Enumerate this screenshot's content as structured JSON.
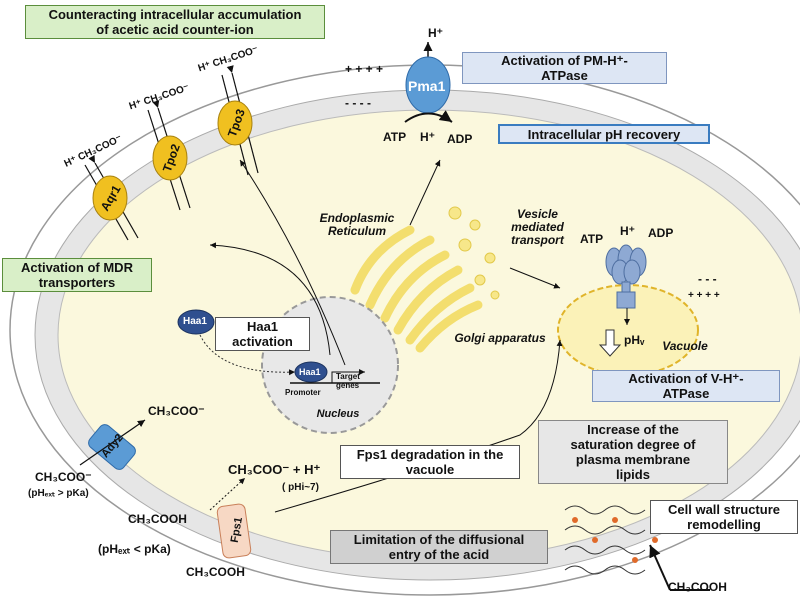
{
  "boxes": {
    "counteracting": "Counteracting intracellular accumulation\nof acetic acid counter-ion",
    "pm_atpase": "Activation of PM-H⁺-\nATPase",
    "ph_recovery": "Intracellular pH recovery",
    "mdr": "Activation of MDR\ntransporters",
    "haa1_activation": "Haa1\nactivation",
    "v_atpase": "Activation of V-H⁺-\nATPase",
    "saturation": "Increase of the\nsaturation degree of\nplasma membrane\nlipids",
    "fps1_degradation": "Fps1 degradation in the\nvacuole",
    "limitation": "Limitation of the diffusional\nentry of the acid",
    "cell_wall": "Cell wall structure\nremodelling"
  },
  "organelles": {
    "er": "Endoplasmic\nReticulum",
    "vesicle": "Vesicle\nmediated\ntransport",
    "golgi": "Golgi apparatus",
    "vacuole": "Vacuole",
    "nucleus": "Nucleus",
    "promoter": "Promoter",
    "target_genes": "Target\ngenes"
  },
  "proteins": {
    "pma1": "Pma1",
    "tpo3": "Tpo3",
    "tpo2": "Tpo2",
    "aqr1": "Aqr1",
    "haa1": "Haa1",
    "haa1_nuc": "Haa1",
    "ady2": "Ady2",
    "fps1": "Fps1"
  },
  "labels": {
    "h_plus_top": "H⁺",
    "plus_signs": "+ + + +",
    "minus_signs": "- - - -",
    "atp": "ATP",
    "h_plus_mid": "H⁺",
    "adp": "ADP",
    "tpo3_out": "H⁺ CH₃COO⁻",
    "tpo2_out": "H⁺ CH₃COO⁻",
    "aqr1_out": "H⁺ CH₃COO⁻",
    "v_atp": "ATP",
    "v_h": "H⁺",
    "v_adp": "ADP",
    "vac_minus": "- - -",
    "vac_plus": "+ + + +",
    "ph_v": "pHᵥ",
    "ady2_in": "CH₃COO⁻",
    "ady2_out": "CH₃COO⁻",
    "ph_ext_gt": "(pHₑₓₜ > pKa)",
    "acetate_h": "CH₃COO⁻ + H⁺",
    "ph_i": "( pHi~7)",
    "ch3cooh_mid": "CH₃COOH",
    "ph_ext_lt": "(pHₑₓₜ < pKa)",
    "ch3cooh_bottom": "CH₃COOH",
    "ch3cooh_right": "CH₃COOH"
  },
  "colors": {
    "cytoplasm": "#fbf8dd",
    "membrane": "#e4e4e4",
    "pma1": "#5b9bd5",
    "transporter": "#f0c020",
    "haa1": "#2f4f8f",
    "ady2": "#5b9bd5",
    "fps1": "#f7d8c4",
    "golgi": "#f3de6e",
    "vacuole": "#fbf2b8"
  }
}
